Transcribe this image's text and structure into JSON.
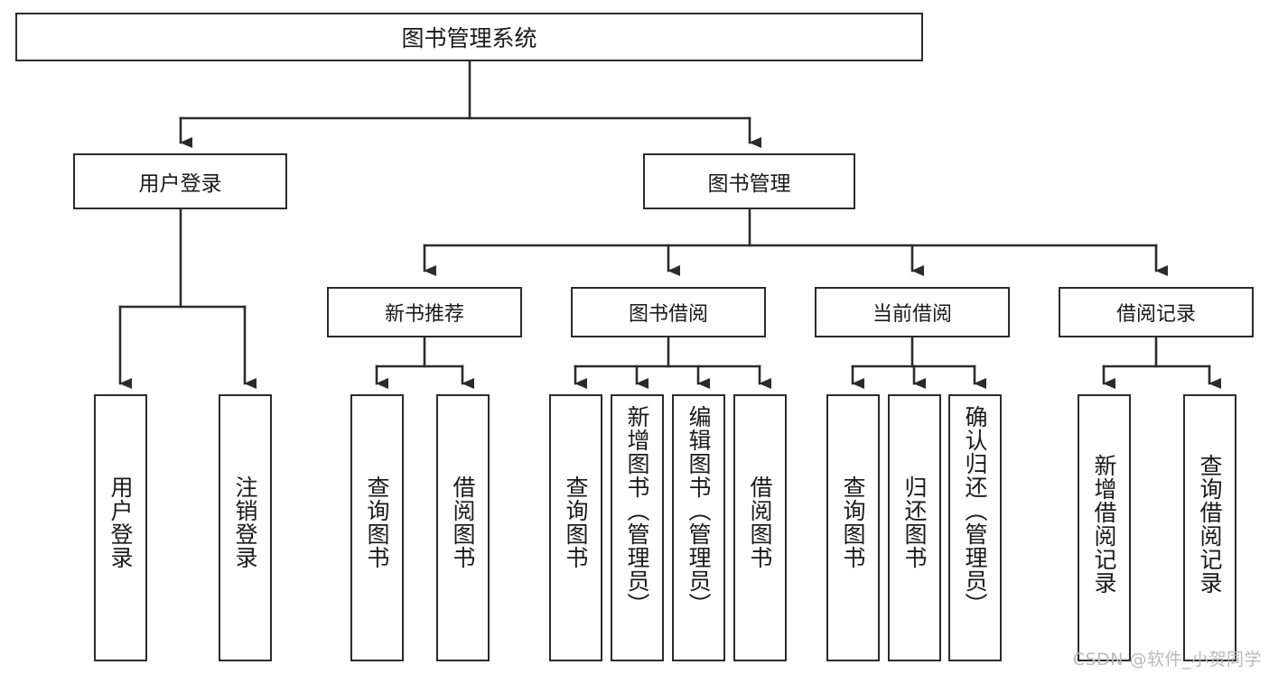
{
  "diagram": {
    "title": "图书管理系统",
    "type": "tree",
    "root": {
      "label": "图书管理系统",
      "children": [
        {
          "label": "用户登录",
          "children": [
            {
              "label": "用户登录"
            },
            {
              "label": "注销登录"
            }
          ]
        },
        {
          "label": "图书管理",
          "children": [
            {
              "label": "新书推荐",
              "children": [
                {
                  "label": "查询图书"
                },
                {
                  "label": "借阅图书"
                }
              ]
            },
            {
              "label": "图书借阅",
              "children": [
                {
                  "label": "查询图书"
                },
                {
                  "label": "新增图书（管理员）"
                },
                {
                  "label": "编辑图书（管理员）"
                },
                {
                  "label": "借阅图书"
                }
              ]
            },
            {
              "label": "当前借阅",
              "children": [
                {
                  "label": "查询图书"
                },
                {
                  "label": "归还图书"
                },
                {
                  "label": "确认归还（管理员）"
                }
              ]
            },
            {
              "label": "借阅记录",
              "children": [
                {
                  "label": "新增借阅记录"
                },
                {
                  "label": "查询借阅记录"
                }
              ]
            }
          ]
        }
      ]
    }
  },
  "nodes": {
    "root": "图书管理系统",
    "user_login": "用户登录",
    "book_manage": "图书管理",
    "new_book_rec": "新书推荐",
    "book_borrow": "图书借阅",
    "current_borrow": "当前借阅",
    "borrow_record": "借阅记录",
    "leaf_user_login": "用户登录",
    "leaf_logout": "注销登录",
    "leaf_query_book_1": "查询图书",
    "leaf_borrow_book_1": "借阅图书",
    "leaf_query_book_2": "查询图书",
    "leaf_add_book_admin": "新增图书（管理员）",
    "leaf_edit_book_admin": "编辑图书（管理员）",
    "leaf_borrow_book_2": "借阅图书",
    "leaf_query_book_3": "查询图书",
    "leaf_return_book": "归还图书",
    "leaf_confirm_return_admin": "确认归还（管理员）",
    "leaf_add_record": "新增借阅记录",
    "leaf_query_record": "查询借阅记录"
  },
  "watermark": {
    "text": "CSDN @软件_小贺同学",
    "color": "#b9b9b9"
  },
  "colors": {
    "border": "#2b2b2b",
    "fill": "#ffffff",
    "text": "#1a1a1a",
    "connector": "#2b2b2b"
  }
}
